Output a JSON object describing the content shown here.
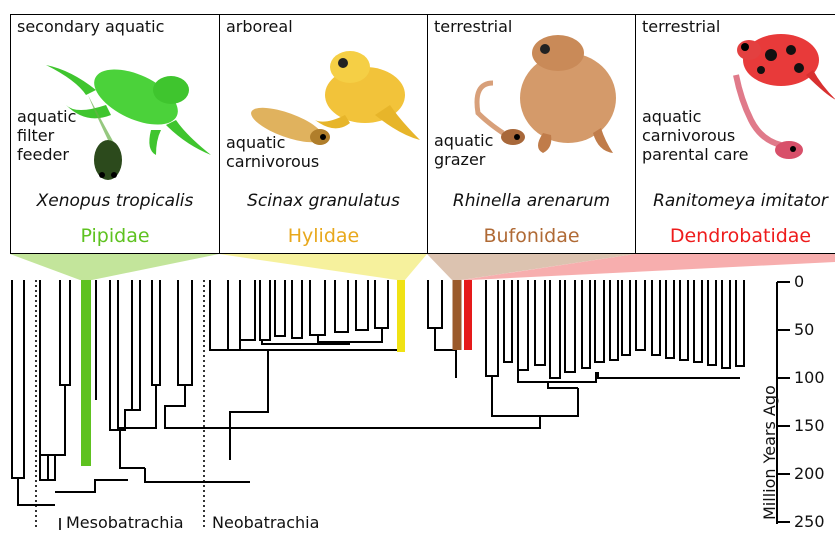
{
  "panels": [
    {
      "habitat": "secondary aquatic",
      "larva": "aquatic\nfilter\nfeeder",
      "species": "Xenopus tropicalis",
      "family": "Pipidae",
      "color": "#5ec21f"
    },
    {
      "habitat": "arboreal",
      "larva": "aquatic\ncarnivorous",
      "species": "Scinax granulatus",
      "family": "Hylidae",
      "color": "#e8a81c"
    },
    {
      "habitat": "terrestrial",
      "larva": "aquatic\ngrazer",
      "species": "Rhinella arenarum",
      "family": "Bufonidae",
      "color": "#b06a35"
    },
    {
      "habitat": "terrestrial",
      "larva": "aquatic\ncarnivorous\nparental care",
      "species": "Ranitomeya imitator",
      "family": "Dendrobatidae",
      "color": "#ee1c1c"
    }
  ],
  "axis": {
    "title": "Million Years Ago",
    "ticks": [
      "0",
      "50",
      "100",
      "150",
      "200",
      "250"
    ]
  },
  "clades": {
    "left": "Mesobatrachia",
    "right": "Neobatrachia"
  }
}
